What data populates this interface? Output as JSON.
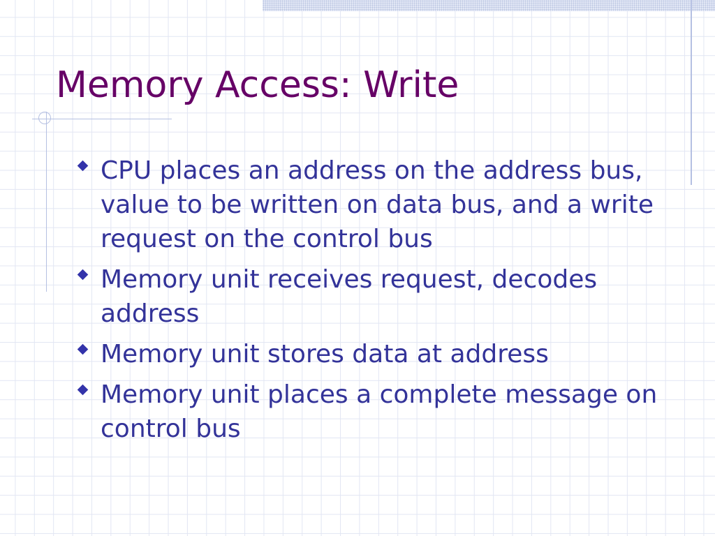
{
  "slide": {
    "title": "Memory Access: Write",
    "bullets": [
      "CPU places an address on the address bus, value to be written on data bus, and a write request on the control bus",
      "Memory unit receives request, decodes address",
      "Memory unit stores data at address",
      "Memory unit places a complete message on control bus"
    ]
  },
  "colors": {
    "title": "#660066",
    "body_text": "#333399",
    "bullet_marker": "#3333aa",
    "grid_lines": "#e2e6f3",
    "decor_lines": "#b5c0e2"
  },
  "icons": {
    "bullet": "diamond-bullet-icon",
    "title_ornament": "ring-crosshair-icon"
  }
}
